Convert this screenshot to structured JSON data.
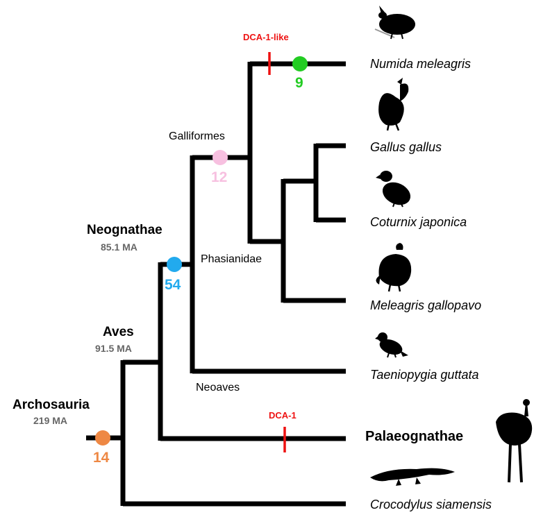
{
  "nodes": {
    "archosauria": {
      "name": "Archosauria",
      "age": "219 MA",
      "count": "14",
      "color": "#ee8844"
    },
    "aves": {
      "name": "Aves",
      "age": "91.5 MA"
    },
    "neognathae": {
      "name": "Neognathae",
      "age": "85.1 MA",
      "count": "54",
      "color": "#22aaee"
    },
    "galliformes": {
      "name": "Galliformes",
      "count": "12",
      "color": "#f7c0e0"
    },
    "numida_branch": {
      "count": "9",
      "color": "#22cc22"
    },
    "phasianidae": {
      "name": "Phasianidae"
    },
    "neoaves": {
      "name": "Neoaves"
    }
  },
  "events": {
    "dca1_like": "DCA-1-like",
    "dca1": "DCA-1",
    "color": "#ee1111"
  },
  "taxa": [
    {
      "name": "Numida meleagris",
      "icon": "guineafowl-icon"
    },
    {
      "name": "Gallus gallus",
      "icon": "chicken-icon"
    },
    {
      "name": "Coturnix japonica",
      "icon": "quail-icon"
    },
    {
      "name": "Meleagris gallopavo",
      "icon": "turkey-icon"
    },
    {
      "name": "Taeniopygia guttata",
      "icon": "finch-icon"
    },
    {
      "name": "Palaeognathae",
      "icon": "ostrich-icon"
    },
    {
      "name": "Crocodylus siamensis",
      "icon": "crocodile-icon"
    }
  ]
}
